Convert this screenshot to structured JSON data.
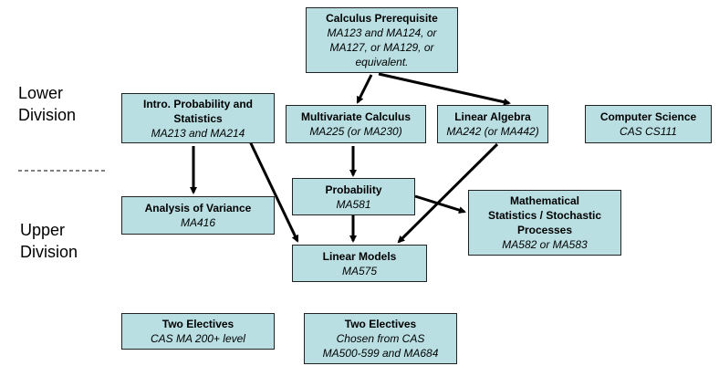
{
  "division_labels": {
    "lower": [
      "Lower",
      "Division"
    ],
    "upper": [
      "Upper",
      "Division"
    ]
  },
  "box_color": "#b9dfe3",
  "courses": {
    "calculus": {
      "title": "Calculus Prerequisite",
      "lines": [
        "MA123 and MA124, or",
        "MA127, or MA129, or",
        "equivalent."
      ]
    },
    "intro_prob": {
      "title": [
        "Intro.  Probability and",
        "Statistics"
      ],
      "lines": [
        "MA213 and MA214"
      ]
    },
    "multivariate": {
      "title": "Multivariate Calculus",
      "lines": [
        "MA225 (or MA230)"
      ]
    },
    "linear_algebra": {
      "title": "Linear Algebra",
      "lines": [
        "MA242 (or MA442)"
      ]
    },
    "computer_science": {
      "title": "Computer Science",
      "lines": [
        "CAS CS111"
      ]
    },
    "anova": {
      "title": "Analysis of Variance",
      "lines": [
        "MA416"
      ]
    },
    "probability": {
      "title": "Probability",
      "lines": [
        "MA581"
      ]
    },
    "math_stats": {
      "title": [
        "Mathematical",
        "Statistics / Stochastic",
        "Processes"
      ],
      "lines": [
        "MA582 or MA583"
      ]
    },
    "linear_models": {
      "title": "Linear Models",
      "lines": [
        "MA575"
      ]
    },
    "electives_lower": {
      "title": "Two Electives",
      "lines": [
        "CAS MA 200+ level"
      ]
    },
    "electives_upper": {
      "title": "Two Electives",
      "lines": [
        "Chosen from CAS",
        "MA500-599 and MA684"
      ]
    }
  }
}
